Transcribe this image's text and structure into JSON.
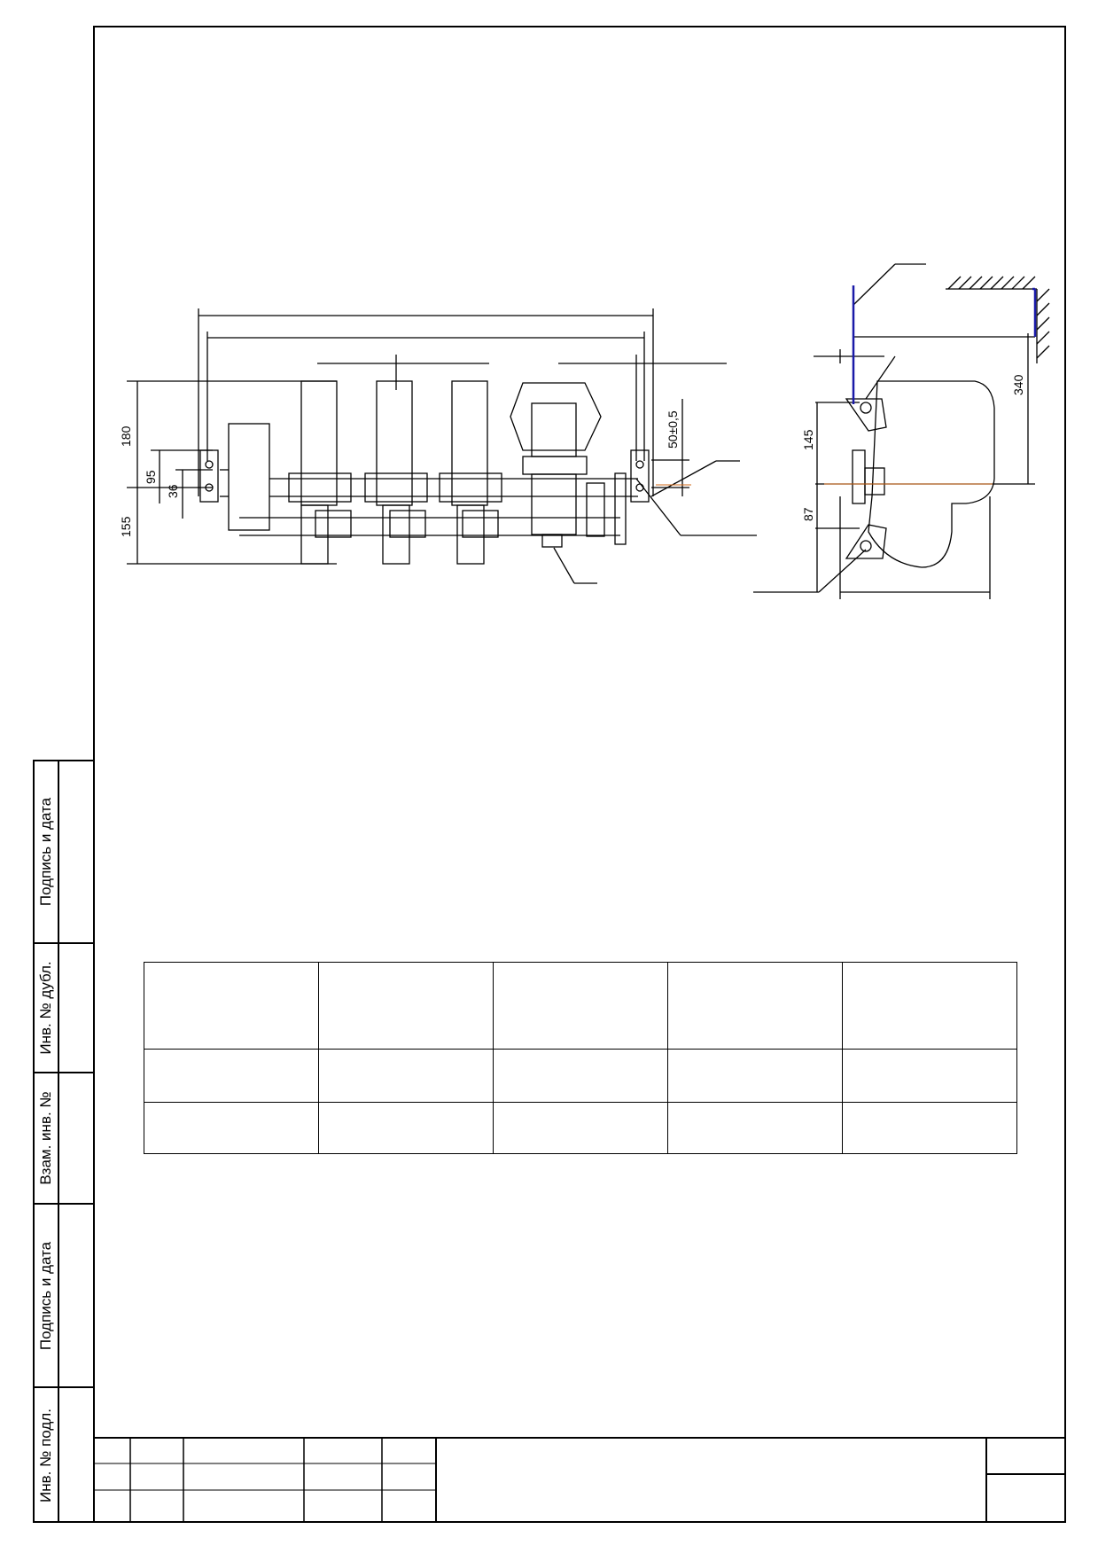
{
  "sheet": {
    "side_labels": [
      "Подпись и дата",
      "Инв. № дубл.",
      "Взам. инв. №",
      "Подпись и дата",
      "Инв. № подл."
    ]
  },
  "front_view": {
    "dimensions": [
      "180",
      "95",
      "36",
      "155",
      "50±0,5"
    ]
  },
  "side_view": {
    "dimensions": [
      "340",
      "145",
      "87"
    ]
  },
  "table": {
    "rows": [
      [
        "",
        "",
        "",
        "",
        ""
      ],
      [
        "",
        "",
        "",
        "",
        ""
      ],
      [
        "",
        "",
        "",
        "",
        ""
      ]
    ]
  }
}
